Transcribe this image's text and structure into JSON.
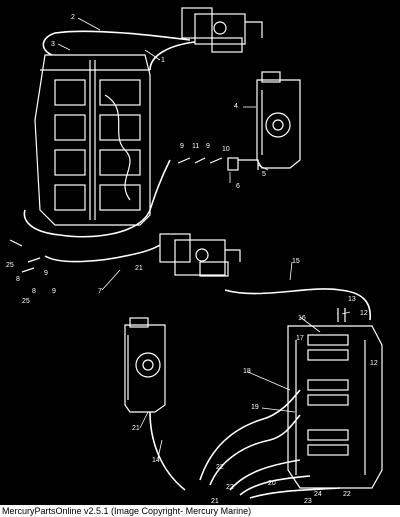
{
  "diagram": {
    "callouts": [
      "1",
      "2",
      "3",
      "4",
      "5",
      "6",
      "7",
      "8",
      "8",
      "9",
      "9",
      "9",
      "10",
      "11",
      "12",
      "12",
      "13",
      "14",
      "15",
      "16",
      "17",
      "18",
      "19",
      "20",
      "21",
      "21",
      "21",
      "22",
      "22",
      "22",
      "23",
      "24",
      "25",
      "25"
    ]
  },
  "footer": {
    "text": "MercuryPartsOnline v2.5.1 (Image Copyright- Mercury Marine)"
  },
  "colors": {
    "background": "#000000",
    "lines": "#ffffff",
    "footer_bg": "#ffffff",
    "footer_text": "#000000"
  }
}
